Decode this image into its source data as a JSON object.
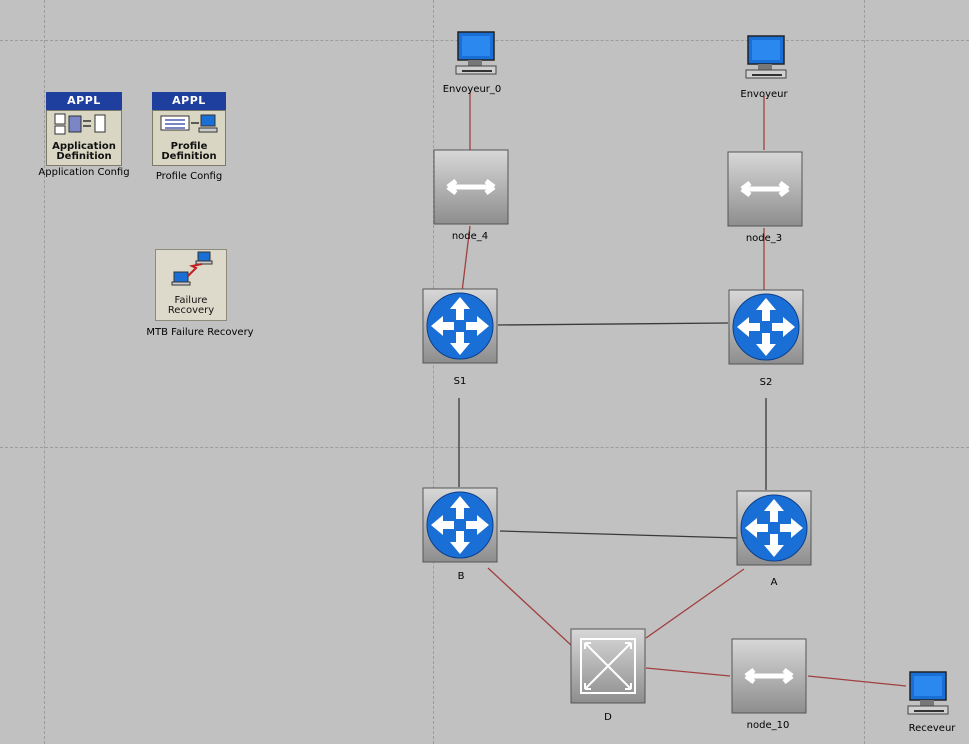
{
  "config": {
    "app_def": {
      "badge": "APPL",
      "title_line1": "Application",
      "title_line2": "Definition",
      "caption": "Application Config"
    },
    "profile_def": {
      "badge": "APPL",
      "title_line1": "Profile",
      "title_line2": "Definition",
      "caption": "Profile Config"
    },
    "failure": {
      "title_line1": "Failure",
      "title_line2": "Recovery",
      "caption": "MTB Failure Recovery"
    }
  },
  "nodes": {
    "envoyeur_0": "Envoyeur_0",
    "envoyeur": "Envoyeur",
    "node_4": "node_4",
    "node_3": "node_3",
    "s1": "S1",
    "s2": "S2",
    "b": "B",
    "a": "A",
    "d": "D",
    "node_10": "node_10",
    "receveur": "Receveur"
  },
  "colors": {
    "canvas": "#c1c1c1",
    "link_red": "#a04040",
    "link_dark": "#3a3a3a",
    "router_blue": "#1a6fd6",
    "badge_blue": "#1f3f9e"
  }
}
